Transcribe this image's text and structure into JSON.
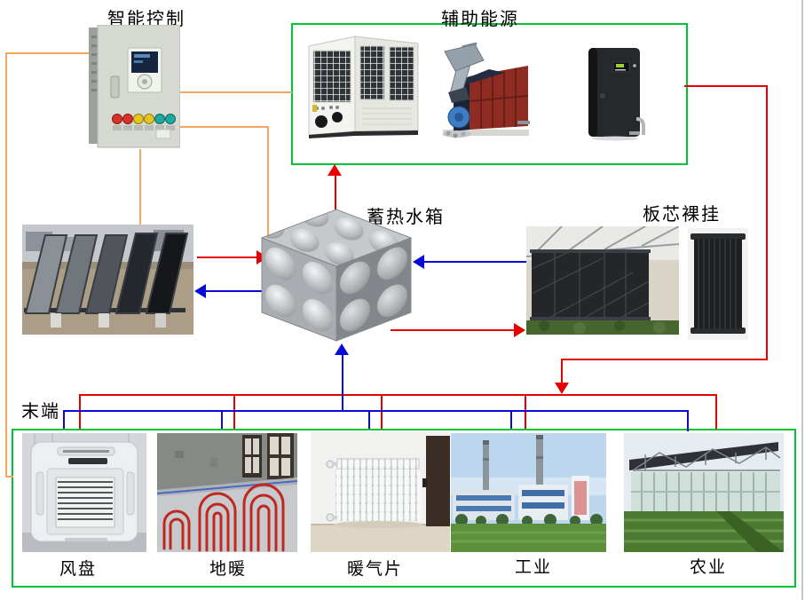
{
  "colors": {
    "hot_water_line": "#e60000",
    "cold_water_line": "#0a0ad8",
    "control_signal_line": "#f9a55c",
    "group_border": "#00c235"
  },
  "nodes": {
    "controller": {
      "label": "智能控制"
    },
    "auxiliary": {
      "label": "辅助能源"
    },
    "tank": {
      "label": "蓄热水箱"
    },
    "bare_panel": {
      "label": "板芯裸挂"
    },
    "terminal": {
      "label": "末端"
    }
  },
  "terminal_items": [
    {
      "label": "风盘"
    },
    {
      "label": "地暖"
    },
    {
      "label": "暖气片"
    },
    {
      "label": "工业"
    },
    {
      "label": "农业"
    }
  ]
}
